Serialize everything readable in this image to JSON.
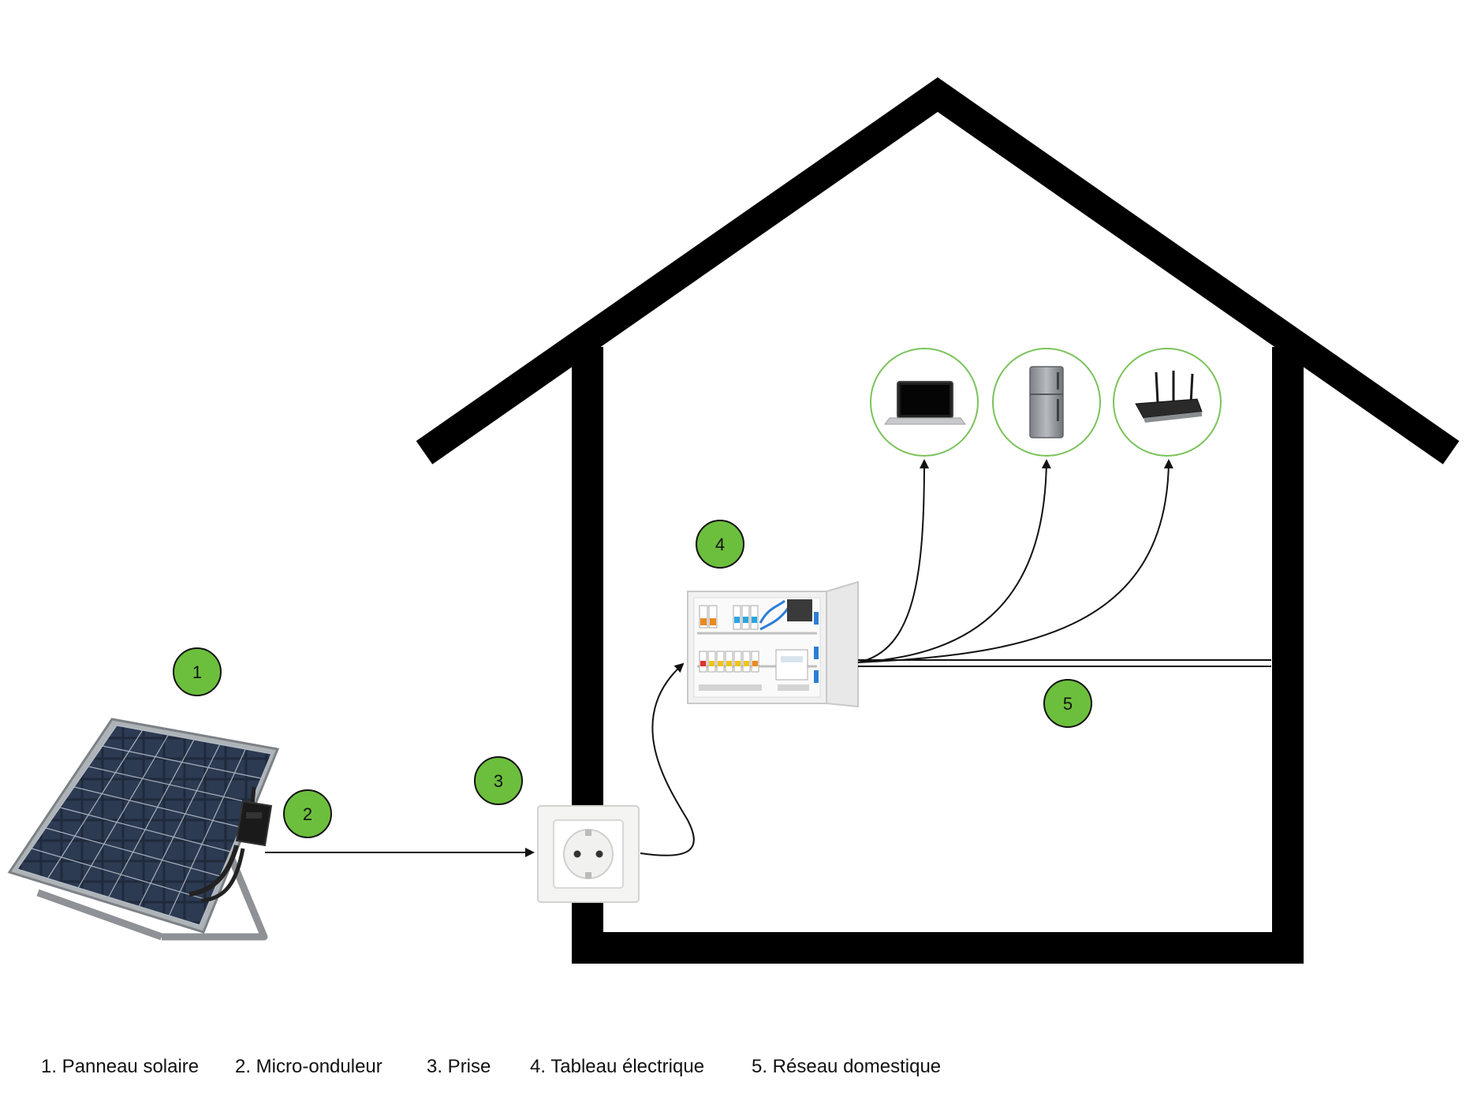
{
  "colors": {
    "badge_fill": "#6cbf3c",
    "badge_stroke": "#111111",
    "appliance_ring": "#7ac35a",
    "house_outline": "#000000",
    "wire": "#111111"
  },
  "badges": [
    {
      "id": "1",
      "label": "1"
    },
    {
      "id": "2",
      "label": "2"
    },
    {
      "id": "3",
      "label": "3"
    },
    {
      "id": "4",
      "label": "4"
    },
    {
      "id": "5",
      "label": "5"
    }
  ],
  "appliances": [
    {
      "name": "laptop-icon"
    },
    {
      "name": "refrigerator-icon"
    },
    {
      "name": "router-icon"
    }
  ],
  "legend": [
    {
      "label": "1. Panneau solaire"
    },
    {
      "label": "2. Micro-onduleur"
    },
    {
      "label": "3. Prise"
    },
    {
      "label": "4. Tableau électrique"
    },
    {
      "label": "5. Réseau domestique"
    }
  ]
}
